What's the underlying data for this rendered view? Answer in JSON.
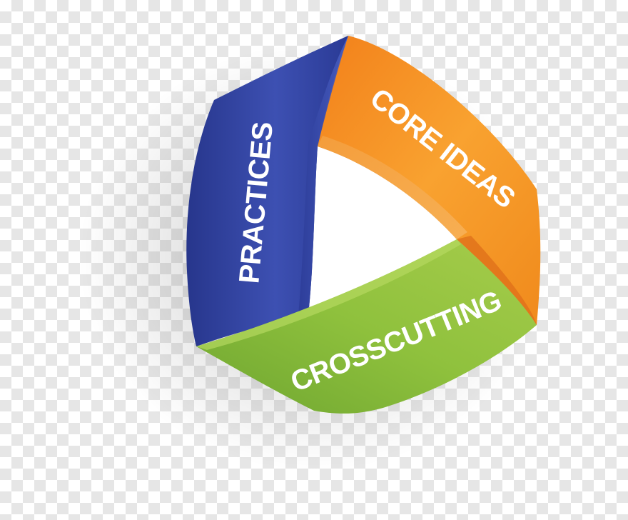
{
  "diagram": {
    "segments": [
      {
        "label": "PRACTICES",
        "color": "#2e3f9c",
        "color_light": "#4156b8"
      },
      {
        "label": "CORE IDEAS",
        "color": "#f58a1f",
        "color_light": "#f9a93f"
      },
      {
        "label": "CROSSCUTTING",
        "color": "#80b33a",
        "color_light": "#9cc845"
      }
    ]
  }
}
